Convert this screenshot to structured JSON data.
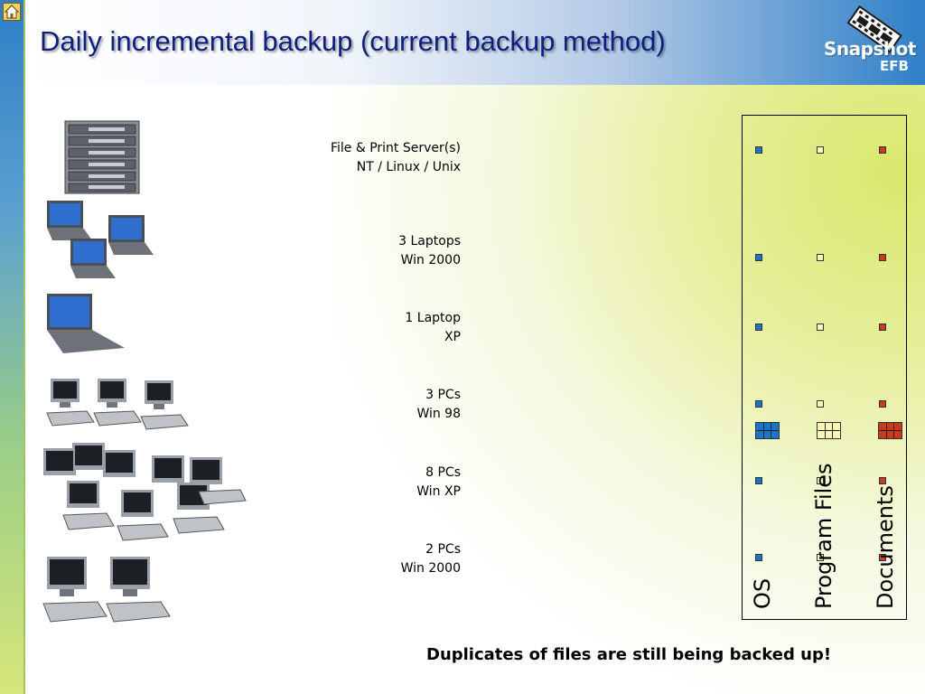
{
  "slide": {
    "title": "Daily incremental backup (current backup method)",
    "footer": "Duplicates of files are still being backed up!"
  },
  "logo": {
    "word": "Snapshot",
    "sub": "EFB"
  },
  "rows": [
    {
      "line1": "File & Print Server(s)",
      "line2": "NT / Linux / Unix"
    },
    {
      "line1": "3 Laptops",
      "line2": "Win 2000"
    },
    {
      "line1": "1 Laptop",
      "line2": "XP"
    },
    {
      "line1": "3 PCs",
      "line2": "Win 98"
    },
    {
      "line1": "8 PCs",
      "line2": "Win XP"
    },
    {
      "line1": "2 PCs",
      "line2": "Win 2000"
    }
  ],
  "columns": {
    "os": "OS",
    "pf": "Program Files",
    "doc": "Documents"
  },
  "colors": {
    "os": "#1c74c4",
    "program_files": "#fbf8b4",
    "documents": "#c93a1c",
    "title": "#0d1f80"
  },
  "icons": [
    "home-icon",
    "server-rack-icon",
    "laptop-icon",
    "desktop-pc-icon",
    "film-strip-icon"
  ]
}
